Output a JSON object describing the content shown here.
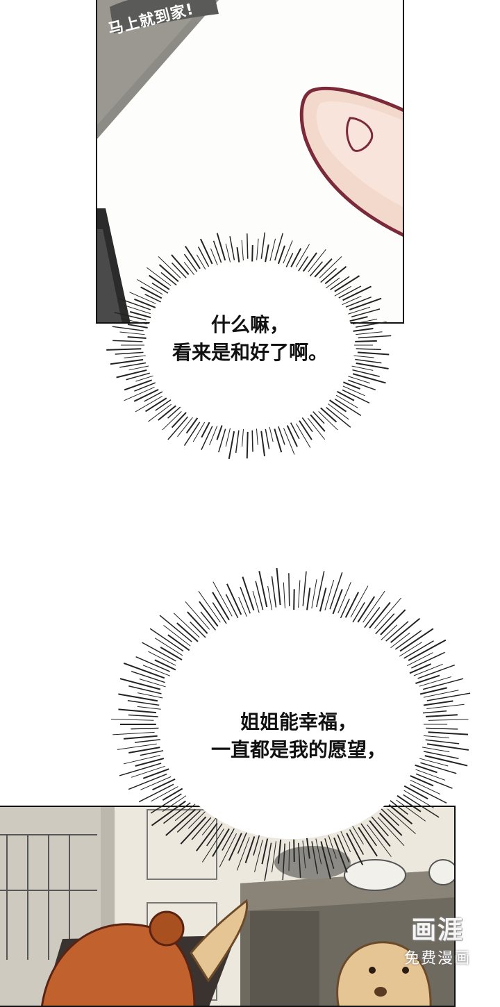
{
  "top_panel": {
    "speech_bubble": "马上就到家!"
  },
  "burst_1": {
    "line1": "什么嘛，",
    "line2": "看来是和好了啊。"
  },
  "burst_2": {
    "line1": "姐姐能幸福，",
    "line2": "一直都是我的愿望，"
  },
  "watermark": {
    "logo": "画涯",
    "caption": "免费漫画"
  },
  "colors": {
    "ink": "#111111",
    "skin": "#f3d8cc",
    "skin_outline": "#7a2a38",
    "hair": "#c0612e",
    "dog": "#e6c594"
  }
}
